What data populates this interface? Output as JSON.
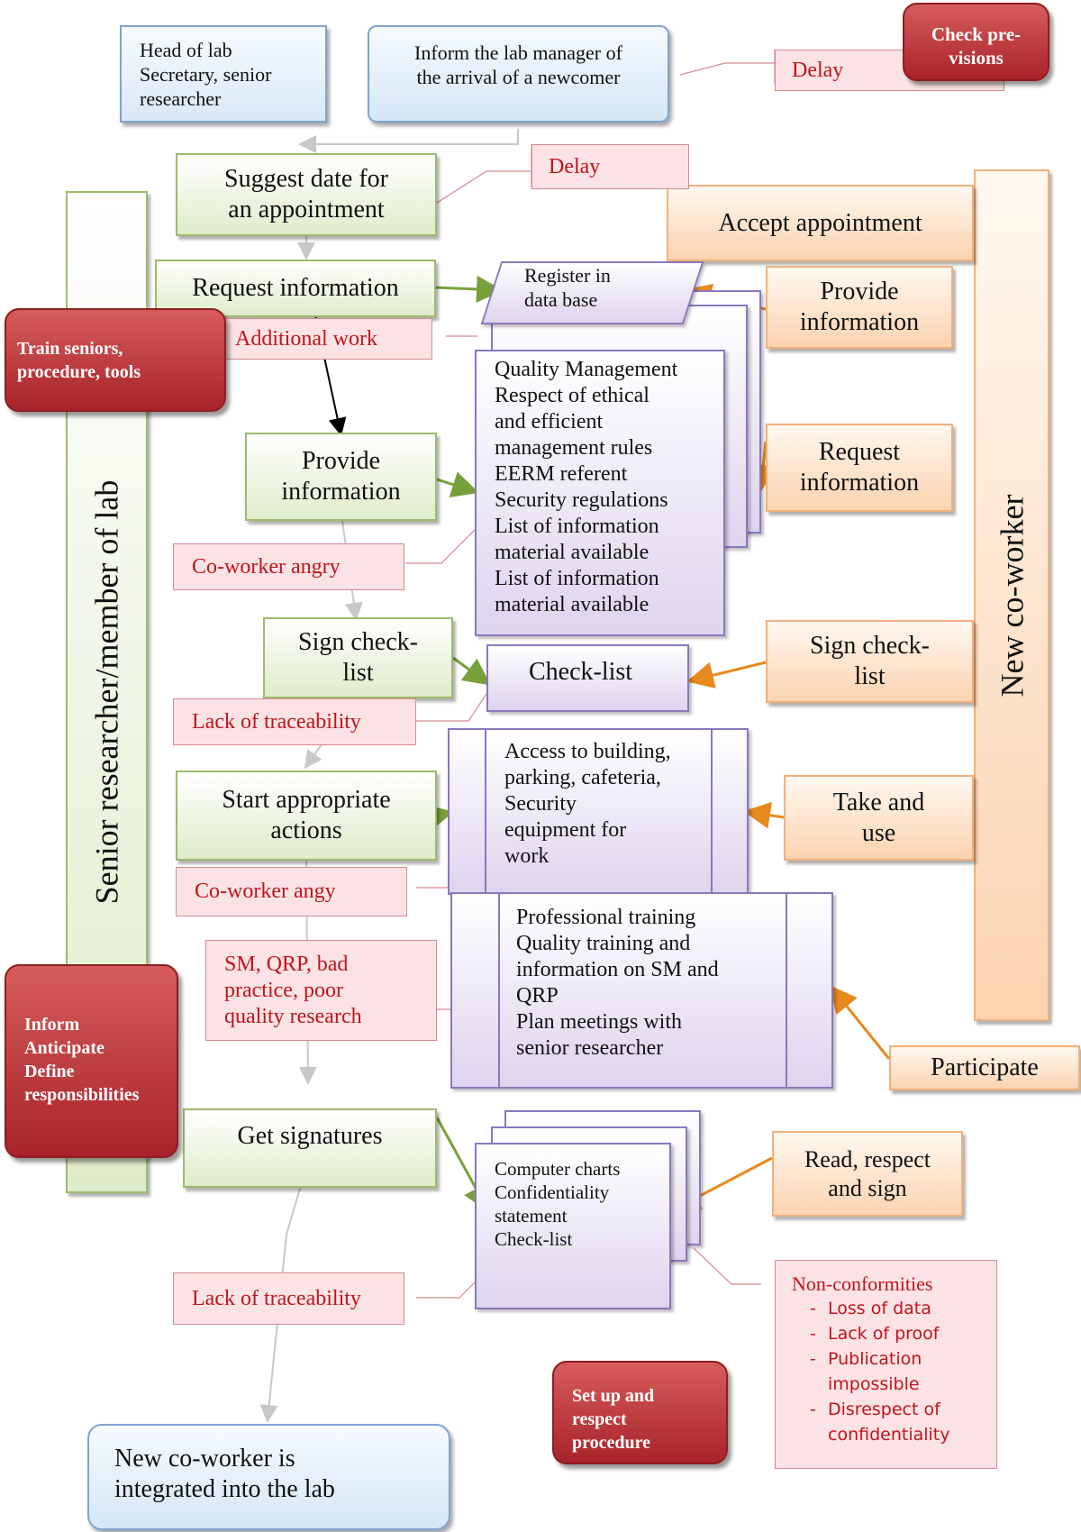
{
  "lanes": {
    "left": "Senior researcher/member of lab",
    "right": "New co-worker"
  },
  "start_boxes": {
    "head_of_lab": "Head of lab\nSecretary, senior\nresearcher",
    "inform_manager": "Inform the lab manager of\nthe arrival of a newcomer"
  },
  "senior_steps": {
    "suggest_date": "Suggest date for\nan appointment",
    "request_information": "Request information",
    "provide_information": "Provide\ninformation",
    "sign_checklist": "Sign check-\nlist",
    "start_actions": "Start appropriate\nactions",
    "get_signatures": "Get signatures"
  },
  "coworker_steps": {
    "accept_appointment": "Accept appointment",
    "provide_information": "Provide\ninformation",
    "request_information": "Request\ninformation",
    "sign_checklist": "Sign check-\nlist",
    "take_and_use": "Take and\nuse",
    "participate": "Participate",
    "read_respect_sign": "Read, respect\nand sign"
  },
  "documents": {
    "register": "Register in\ndata base",
    "info_list": "Quality Management\nRespect of ethical\nand efficient\nmanagement rules\nEERM referent\nSecurity regulations\nList of information\nmaterial available\nList of information\nmaterial available",
    "checklist": "Check-list",
    "access": "Access to building,\nparking, cafeteria,\nSecurity\nequipment for\nwork",
    "training": "Professional training\nQuality training and\ninformation on SM and\nQRP\nPlan meetings with\nsenior researcher",
    "charts": "Computer charts\nConfidentiality\nstatement\nCheck-list"
  },
  "risks": {
    "delay_top": "Delay",
    "delay_mid": "Delay",
    "additional_work": "Additional work",
    "coworker_angry": "Co-worker angry",
    "lack_traceability_1": "Lack of traceability",
    "coworker_angy": "Co-worker angy",
    "sm_qrp": "SM, QRP, bad\npractice, poor\nquality research",
    "lack_traceability_2": "Lack of traceability",
    "nonconformities_title": "Non-conformities",
    "nonconformities_items": [
      "Loss of data",
      "Lack of proof",
      "Publication\nimpossible",
      "Disrespect of\nconfidentiality"
    ]
  },
  "actions": {
    "check_provisions": "Check pre-\nvisions",
    "train_seniors": "Train seniors,\nprocedure, tools",
    "inform": "Inform\nAnticipate\nDefine\nresponsibilities",
    "set_up": "Set up and\nrespect\nprocedure"
  },
  "end_box": "New co-worker is\nintegrated into the lab",
  "colors": {
    "green_arrow": "#77a03a",
    "orange_arrow": "#e8891e",
    "grey_flow": "#c8c8c8",
    "risk_text": "#c0141b"
  }
}
